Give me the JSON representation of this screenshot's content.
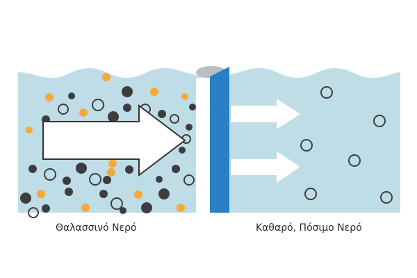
{
  "captions": {
    "seawater": "Θαλασσινό Νερό",
    "fresh_water": "Καθαρό, Πόσιμο Νερό"
  },
  "colors": {
    "water": "#bfdde7",
    "salt_particle": "#3d3d3f",
    "impurity_particle": "#f4a93a",
    "membrane_blue": "#2a7fc7",
    "membrane_white": "#ffffff",
    "arrow_fill": "#ffffff",
    "arrow_outline": "#333333"
  },
  "icons": {
    "flow": "right-arrow",
    "particle": "circle"
  }
}
